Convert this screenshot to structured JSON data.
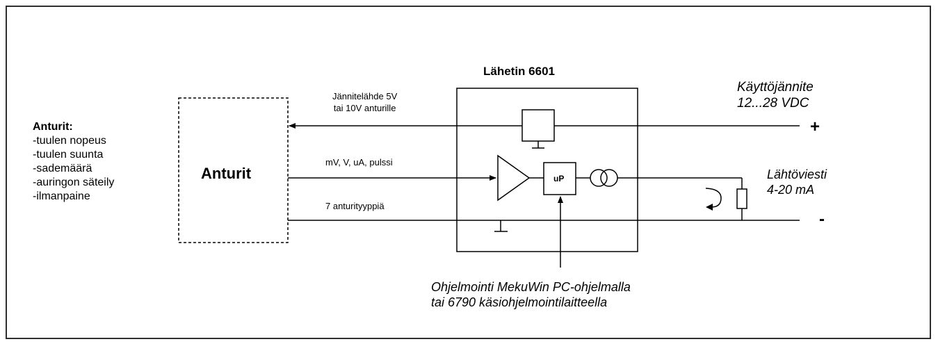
{
  "sensors": {
    "heading": "Anturit:",
    "items": [
      "-tuulen nopeus",
      "-tuulen suunta",
      "-sademäärä",
      "-auringon säteily",
      "-ilmanpaine"
    ]
  },
  "sensor_box_label": "Anturit",
  "transmitter_title": "Lähetin 6601",
  "supply_to_sensor": {
    "line1": "Jännitelähde 5V",
    "line2": "tai 10V  anturille"
  },
  "signal_label": "mV, V, uA, pulssi",
  "sensor_types_label": "7  anturityyppiä",
  "microprocessor_label": "uP",
  "operating_voltage": {
    "line1": "Käyttöjännite",
    "line2": "12...28 VDC"
  },
  "plus_sign": "+",
  "minus_sign": "-",
  "output_signal": {
    "line1": "Lähtöviesti",
    "line2": "4-20 mA"
  },
  "programming": {
    "line1": "Ohjelmointi MekuWin PC-ohjelmalla",
    "line2": "tai 6790 käsiohjelmointilaitteella"
  }
}
